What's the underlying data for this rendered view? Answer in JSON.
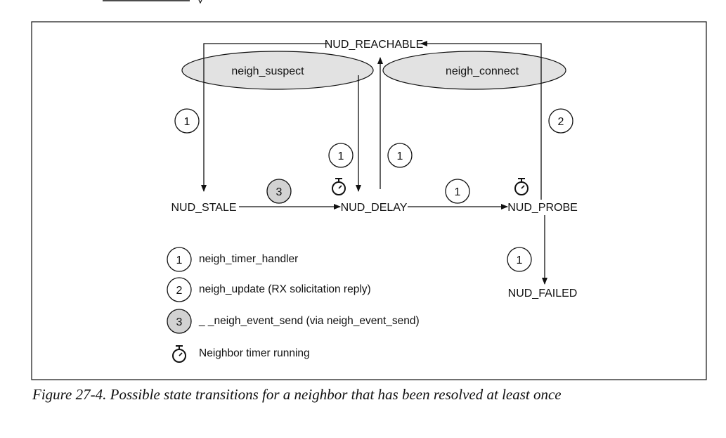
{
  "states": {
    "reachable": "NUD_REACHABLE",
    "stale": "NUD_STALE",
    "delay": "NUD_DELAY",
    "probe": "NUD_PROBE",
    "failed": "NUD_FAILED"
  },
  "regions": {
    "suspect": "neigh_suspect",
    "connect": "neigh_connect"
  },
  "badges": {
    "reachable_to_stale": "1",
    "probe_to_reachable": "2",
    "delay_from_suspect": "1",
    "delay_to_reachable": "1",
    "stale_to_delay": "3",
    "delay_to_probe": "1",
    "probe_to_failed": "1"
  },
  "legend": [
    {
      "num": "1",
      "label": "neigh_timer_handler"
    },
    {
      "num": "2",
      "label": "neigh_update (RX solicitation reply)"
    },
    {
      "num": "3",
      "label": "_ _neigh_event_send (via neigh_event_send)"
    }
  ],
  "legend_timer": "Neighbor timer running",
  "caption": "Figure 27-4. Possible state transitions for a neighbor that has been resolved at least once",
  "colors": {
    "line": "#111111",
    "ellipse_fill": "#e2e2e2",
    "badge_shaded": "#d2d2d2",
    "badge_white": "#ffffff"
  }
}
